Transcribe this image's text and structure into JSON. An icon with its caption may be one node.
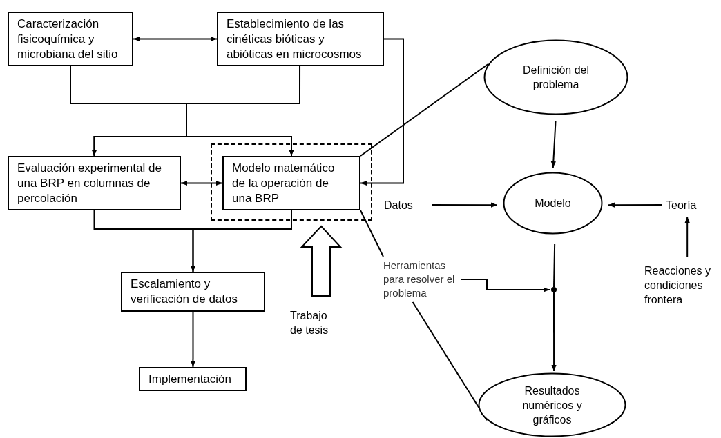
{
  "diagram": {
    "nodes": [
      {
        "text": [
          "Caracterización fisicoquímica y microbiana del sitio"
        ]
      },
      {
        "text": [
          "Establecimiento de las cinéticas bióticas y abióticas en microcosmos"
        ]
      },
      {
        "text": [
          "Evaluación experimental de una BRP en columnas de percolación"
        ]
      },
      {
        "text": [],
        "shape": "box"
      },
      {
        "text": [
          "Modelo matemático de la operación de una BRP"
        ],
        "in": 3
      },
      {
        "text": [
          "Escalamiento y verificación de datos"
        ]
      },
      {
        "text": [
          "Implementación"
        ]
      },
      {
        "text": [
          "Trabajo de tesis"
        ]
      },
      {
        "text": [
          "Definición del problema"
        ]
      },
      {
        "text": [
          "Datos"
        ]
      },
      {
        "text": [
          "Modelo"
        ]
      },
      {
        "text": [
          "Teoría"
        ]
      },
      {
        "text": [
          "Herramientas para resolver el problema"
        ]
      },
      {
        "text": [],
        "shape": "circle"
      },
      {
        "text": [
          "Reacciones y condiciones frontera"
        ]
      },
      {
        "text": [
          "Resultados numéricos y gráficos"
        ]
      }
    ],
    "edges": [
      {
        "from": 0,
        "to": 1,
        "arrow": "both"
      },
      {
        "from": 0,
        "to": 2,
        "arrow": "to"
      },
      {
        "from": 0,
        "to": 4,
        "arrow": "to"
      },
      {
        "from": 1,
        "to": 2,
        "arrow": "to"
      },
      {
        "from": 1,
        "to": 4,
        "arrow": "to"
      },
      {
        "from": 2,
        "to": 4,
        "arrow": "both"
      },
      {
        "from": 1,
        "to": 4,
        "arrow": "to"
      },
      {
        "from": 2,
        "to": 5,
        "arrow": "to"
      },
      {
        "from": 4,
        "to": 5,
        "arrow": "to"
      },
      {
        "from": 5,
        "to": 6,
        "arrow": "to"
      },
      {
        "from": 7,
        "to": 3,
        "arrow": "to",
        "style": "thick"
      },
      {
        "from": 4,
        "to": 8,
        "arrow": "none"
      },
      {
        "from": 4,
        "to": 12,
        "arrow": "none"
      },
      {
        "from": 12,
        "to": 15,
        "arrow": "none"
      },
      {
        "from": 8,
        "to": 10,
        "arrow": "to"
      },
      {
        "from": 9,
        "to": 10,
        "arrow": "to"
      },
      {
        "from": 11,
        "to": 10,
        "arrow": "to"
      },
      {
        "from": 14,
        "to": 11,
        "arrow": "to"
      },
      {
        "from": 10,
        "to": 13,
        "arrow": "none"
      },
      {
        "from": 12,
        "to": 13,
        "arrow": "to"
      },
      {
        "from": 13,
        "to": 15,
        "arrow": "to"
      }
    ]
  }
}
